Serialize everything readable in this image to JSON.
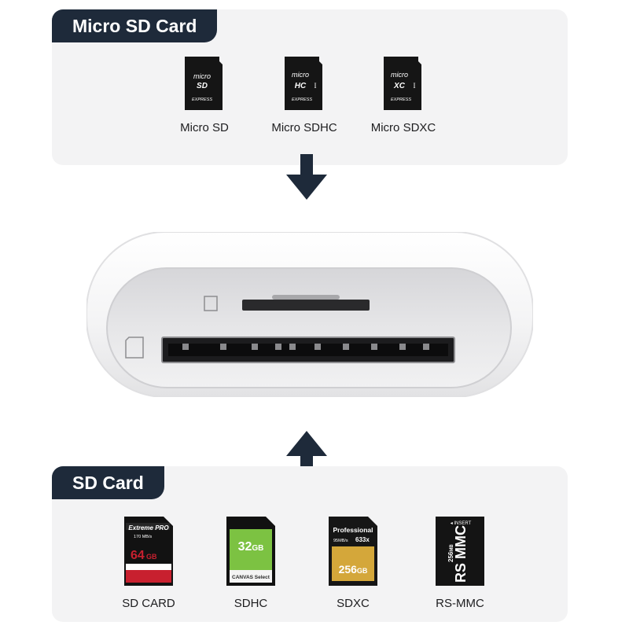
{
  "micro_section": {
    "title": "Micro SD Card",
    "cards": [
      {
        "label": "Micro SD",
        "logo_top": "micro",
        "logo_mark": "SD",
        "footer": "EXPRESS"
      },
      {
        "label": "Micro SDHC",
        "logo_top": "micro",
        "logo_mark": "HC",
        "footer": "EXPRESS",
        "badge": "I"
      },
      {
        "label": "Micro SDXC",
        "logo_top": "micro",
        "logo_mark": "XC",
        "footer": "EXPRESS",
        "badge": "I"
      }
    ]
  },
  "sd_section": {
    "title": "SD Card",
    "cards": [
      {
        "label": "SD CARD",
        "brand": "Extreme PRO",
        "speed": "170 MB/s",
        "capacity": "64",
        "capacity_unit": "GB"
      },
      {
        "label": "SDHC",
        "capacity": "32",
        "capacity_unit": "GB",
        "product": "CANVAS Select"
      },
      {
        "label": "SDXC",
        "brand": "Professional",
        "speed": "95MB/s",
        "rating": "633x",
        "capacity": "256",
        "capacity_unit": "GB"
      },
      {
        "label": "RS-MMC",
        "insert": "INSERT",
        "capacity": "256",
        "capacity_unit": "MB",
        "brand": "RS MMC"
      }
    ]
  },
  "colors": {
    "navy": "#1e2a3a",
    "panel_bg": "#f3f3f4",
    "reader_body": "#f7f7f8",
    "reader_face": "#dcdcde",
    "sandisk_red": "#c8202f",
    "sdhc_green": "#7cc242",
    "sdxc_gold": "#d4a73a"
  },
  "icons": [
    "down-arrow-icon",
    "up-arrow-icon",
    "micro-sd-slot-icon",
    "sd-slot-icon"
  ]
}
